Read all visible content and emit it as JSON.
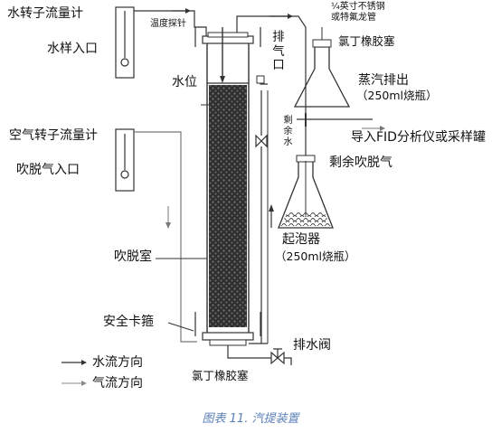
{
  "labels": {
    "water_flowmeter": "水转子流量计",
    "water_inlet": "水样入口",
    "temp_probe": "温度探针",
    "steel_tube_line1": "¼英寸不锈钢",
    "steel_tube_line2": "或特氟龙管",
    "stopper_top": "氯丁橡胶塞",
    "vent_chars": [
      "排",
      "气",
      "口"
    ],
    "water_level": "水位",
    "steam_out": "蒸汽排出",
    "steam_flask": "（250ml烧瓶）",
    "to_fid": "导入FID分析仪或采样罐",
    "residual_water_chars": [
      "剩",
      "余",
      "水"
    ],
    "residual_gas": "剩余吹脱气",
    "air_flowmeter": "空气转子流量计",
    "stripping_gas_inlet": "吹脱气入口",
    "bubbler": "起泡器",
    "bubbler_flask": "（250ml烧瓶）",
    "stripping_chamber": "吹脱室",
    "safety_clip": "安全卡箍",
    "drain_valve": "排水阀",
    "stopper_bottom": "氯丁橡胶塞",
    "legend_water": "水流方向",
    "legend_gas": "气流方向"
  },
  "caption": "图表 11. 汽提装置",
  "colors": {
    "line": "#333333",
    "gas_line": "#888888",
    "packing": "#2b2b2b",
    "caption": "#5b7fb8"
  }
}
